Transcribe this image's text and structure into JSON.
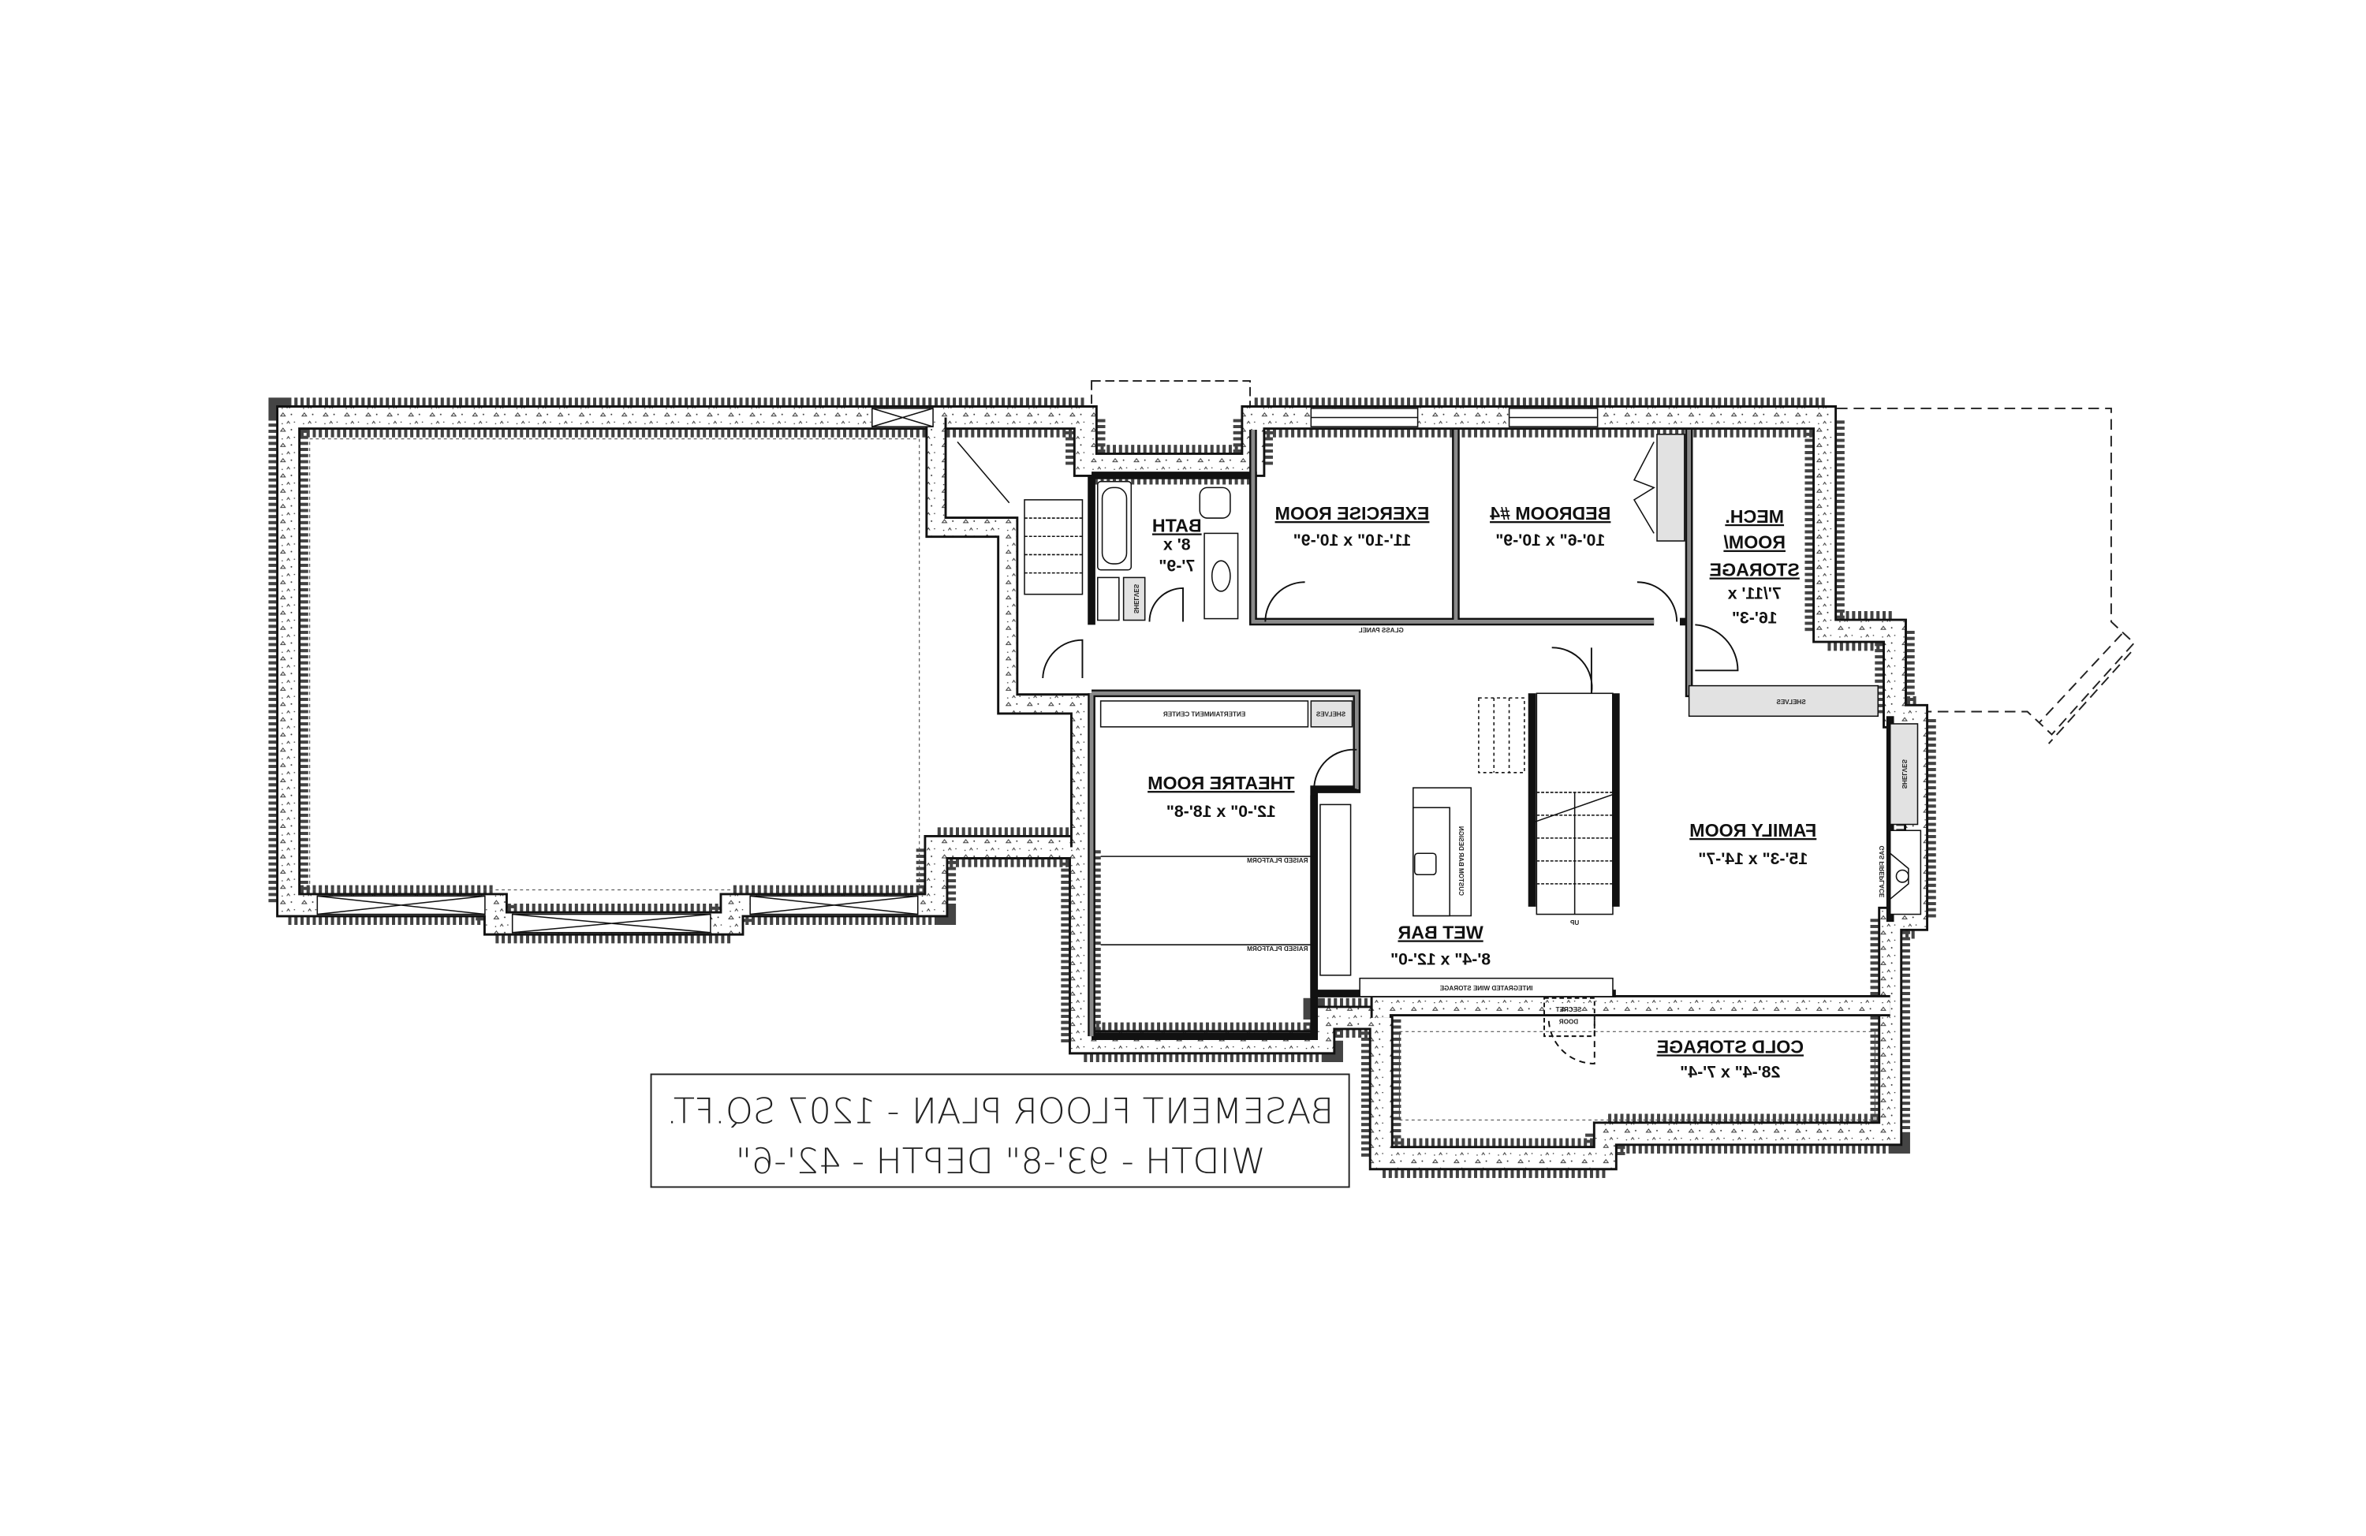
{
  "caption": {
    "line1": "BASEMENT FLOOR PLAN - 1207 SQ.FT.",
    "line2": "WIDTH - 93'-8\" DEPTH - 42'-6\""
  },
  "text_mirrored": true,
  "rooms": {
    "bath": {
      "name": "BATH",
      "dim1": "8' x",
      "dim2": "7'-9\""
    },
    "exercise": {
      "name": "EXERCISE ROOM",
      "dim": "11'-10\" x 10'-9\""
    },
    "bedroom4": {
      "name": "BEDROOM #4",
      "dim": "10'-6\" x 10'-9\""
    },
    "mech": {
      "name1": "MECH.",
      "name2": "ROOM/",
      "name3": "STORAGE",
      "dim1": "7'/11' x",
      "dim2": "16'-3\""
    },
    "theatre": {
      "name": "THEATRE ROOM",
      "dim": "12'-0\" x 18'-8\""
    },
    "wetbar": {
      "name": "WET BAR",
      "dim": "8'-4\" x 12'-0\""
    },
    "family": {
      "name": "FAMILY ROOM",
      "dim": "15'-3\" x 14'-7\""
    },
    "cold": {
      "name": "COLD STORAGE",
      "dim": "28'-4\" x 7'-4\""
    }
  },
  "notes": {
    "glass_panel": "GLASS PANEL",
    "bath_shelves": "SHELVES",
    "entertainment_center": "ENTERTAINMENT CENTER",
    "theatre_shelves": "SHELVES",
    "raised_platform_1": "RAISED PLATFORM",
    "raised_platform_2": "RAISED PLATFORM",
    "bar_design": "CUSTOM BAR DESIGN",
    "stair_up": "UP",
    "mech_shelves": "SHELVES",
    "family_shelves": "SHELVES",
    "gas_fireplace": "GAS FIREPLACE",
    "wine_storage": "INTEGRATED WINE STORAGE",
    "secret_door_1": "SECRET",
    "secret_door_2": "DOOR"
  },
  "colors": {
    "wall_fill": "#8a8a8a",
    "line": "#111111",
    "shelf_fill": "#e2e2e2"
  }
}
